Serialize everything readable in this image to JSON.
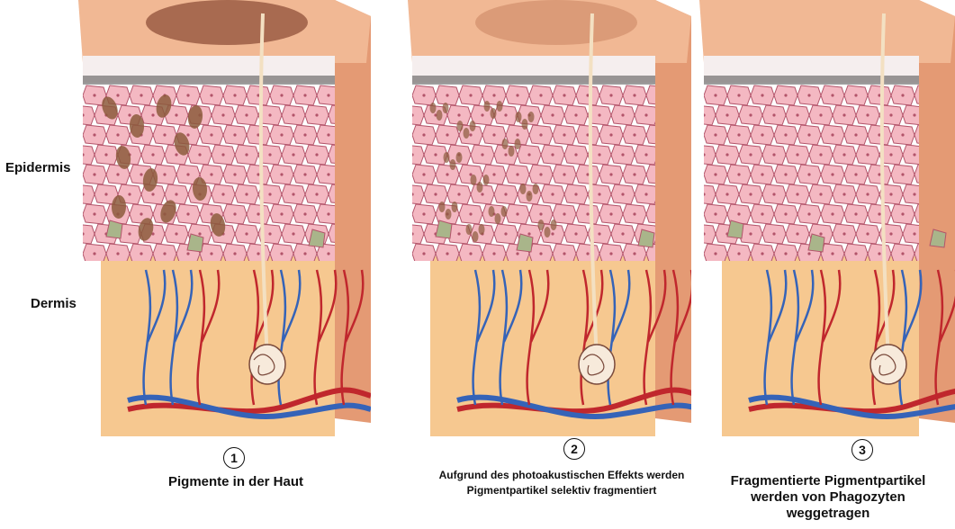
{
  "labels": {
    "epidermis": "Epidermis",
    "dermis": "Dermis"
  },
  "steps": [
    {
      "number": "1",
      "caption_lines": [
        "Pigmente in der Haut"
      ]
    },
    {
      "number": "2",
      "caption_lines": [
        "Aufgrund des photoakustischen Effekts werden",
        "Pigmentpartikel selektiv fragmentiert"
      ]
    },
    {
      "number": "3",
      "caption_lines": [
        "Fragmentierte Pigmentpartikel",
        "werden von Phagozyten",
        "weggetragen"
      ]
    }
  ],
  "colors": {
    "skin_top": "#f1b894",
    "skin_side": "#e49a74",
    "epidermis_cells": "#f4b8c2",
    "cell_outline": "#b2546a",
    "dermis": "#f6c890",
    "pigment": "#8c5a3c",
    "artery": "#c0272d",
    "vein": "#3563b8",
    "hair": "#f3e0c2"
  }
}
